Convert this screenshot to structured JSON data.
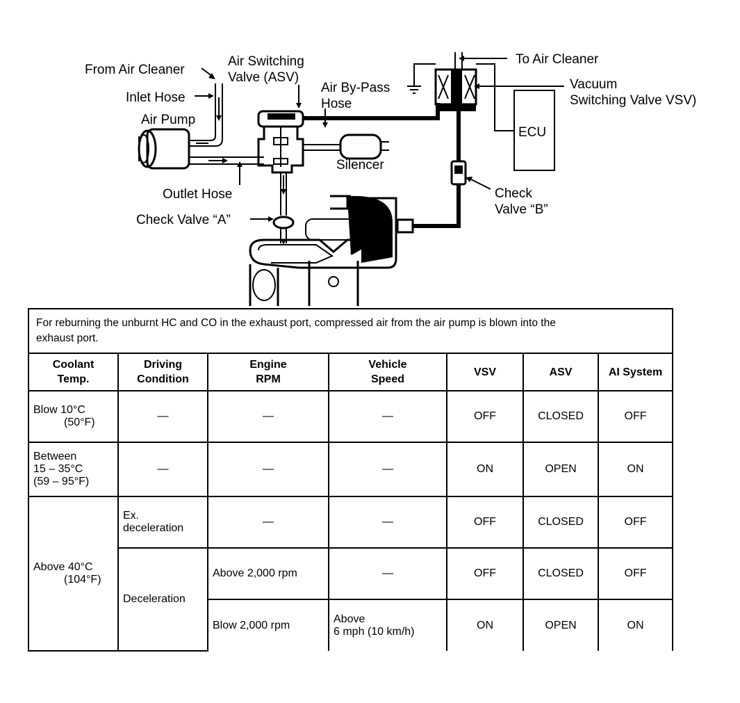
{
  "labels": {
    "from_air_cleaner": "From Air Cleaner",
    "inlet_hose": "Inlet Hose",
    "air_pump": "Air Pump",
    "asv_line1": "Air Switching",
    "asv_line2": "Valve (ASV)",
    "bypass_line1": "Air By-Pass",
    "bypass_line2": "Hose",
    "to_air_cleaner": "To Air Cleaner",
    "vsv_line1": "Vacuum",
    "vsv_line2": "Switching Valve VSV)",
    "ecu": "ECU",
    "silencer": "Silencer",
    "outlet_hose": "Outlet Hose",
    "check_valve_a": "Check Valve “A”",
    "check_valve_b_line1": "Check",
    "check_valve_b_line2": "Valve “B”"
  },
  "table": {
    "description_line1": "For reburning the unburnt HC and CO in the exhaust port, compressed air from the air pump is blown into the",
    "description_line2": "exhaust port.",
    "headers": {
      "coolant_1": "Coolant",
      "coolant_2": "Temp.",
      "driving_1": "Driving",
      "driving_2": "Condition",
      "rpm_1": "Engine",
      "rpm_2": "RPM",
      "speed_1": "Vehicle",
      "speed_2": "Speed",
      "vsv": "VSV",
      "asv": "ASV",
      "ai": "AI System"
    },
    "rows": [
      {
        "coolant_1": "Blow 10°C",
        "coolant_2": "(50°F)",
        "driving": "—",
        "rpm": "—",
        "speed": "—",
        "vsv": "OFF",
        "asv": "CLOSED",
        "ai": "OFF"
      },
      {
        "coolant_1": "Between",
        "coolant_2": "15 – 35°C",
        "coolant_3": "(59 – 95°F)",
        "driving": "—",
        "rpm": "—",
        "speed": "—",
        "vsv": "ON",
        "asv": "OPEN",
        "ai": "ON"
      },
      {
        "coolant_1": "Above 40°C",
        "coolant_2": "(104°F)",
        "driving_1": "Ex.",
        "driving_2": "deceleration",
        "rpm": "—",
        "speed": "—",
        "vsv": "OFF",
        "asv": "CLOSED",
        "ai": "OFF"
      },
      {
        "driving": "Deceleration",
        "rpm": "Above 2,000 rpm",
        "speed": "—",
        "vsv": "OFF",
        "asv": "CLOSED",
        "ai": "OFF"
      },
      {
        "rpm": "Blow 2,000 rpm",
        "speed_1": "Above",
        "speed_2": "6 mph (10 km/h)",
        "vsv": "ON",
        "asv": "OPEN",
        "ai": "ON"
      }
    ]
  }
}
